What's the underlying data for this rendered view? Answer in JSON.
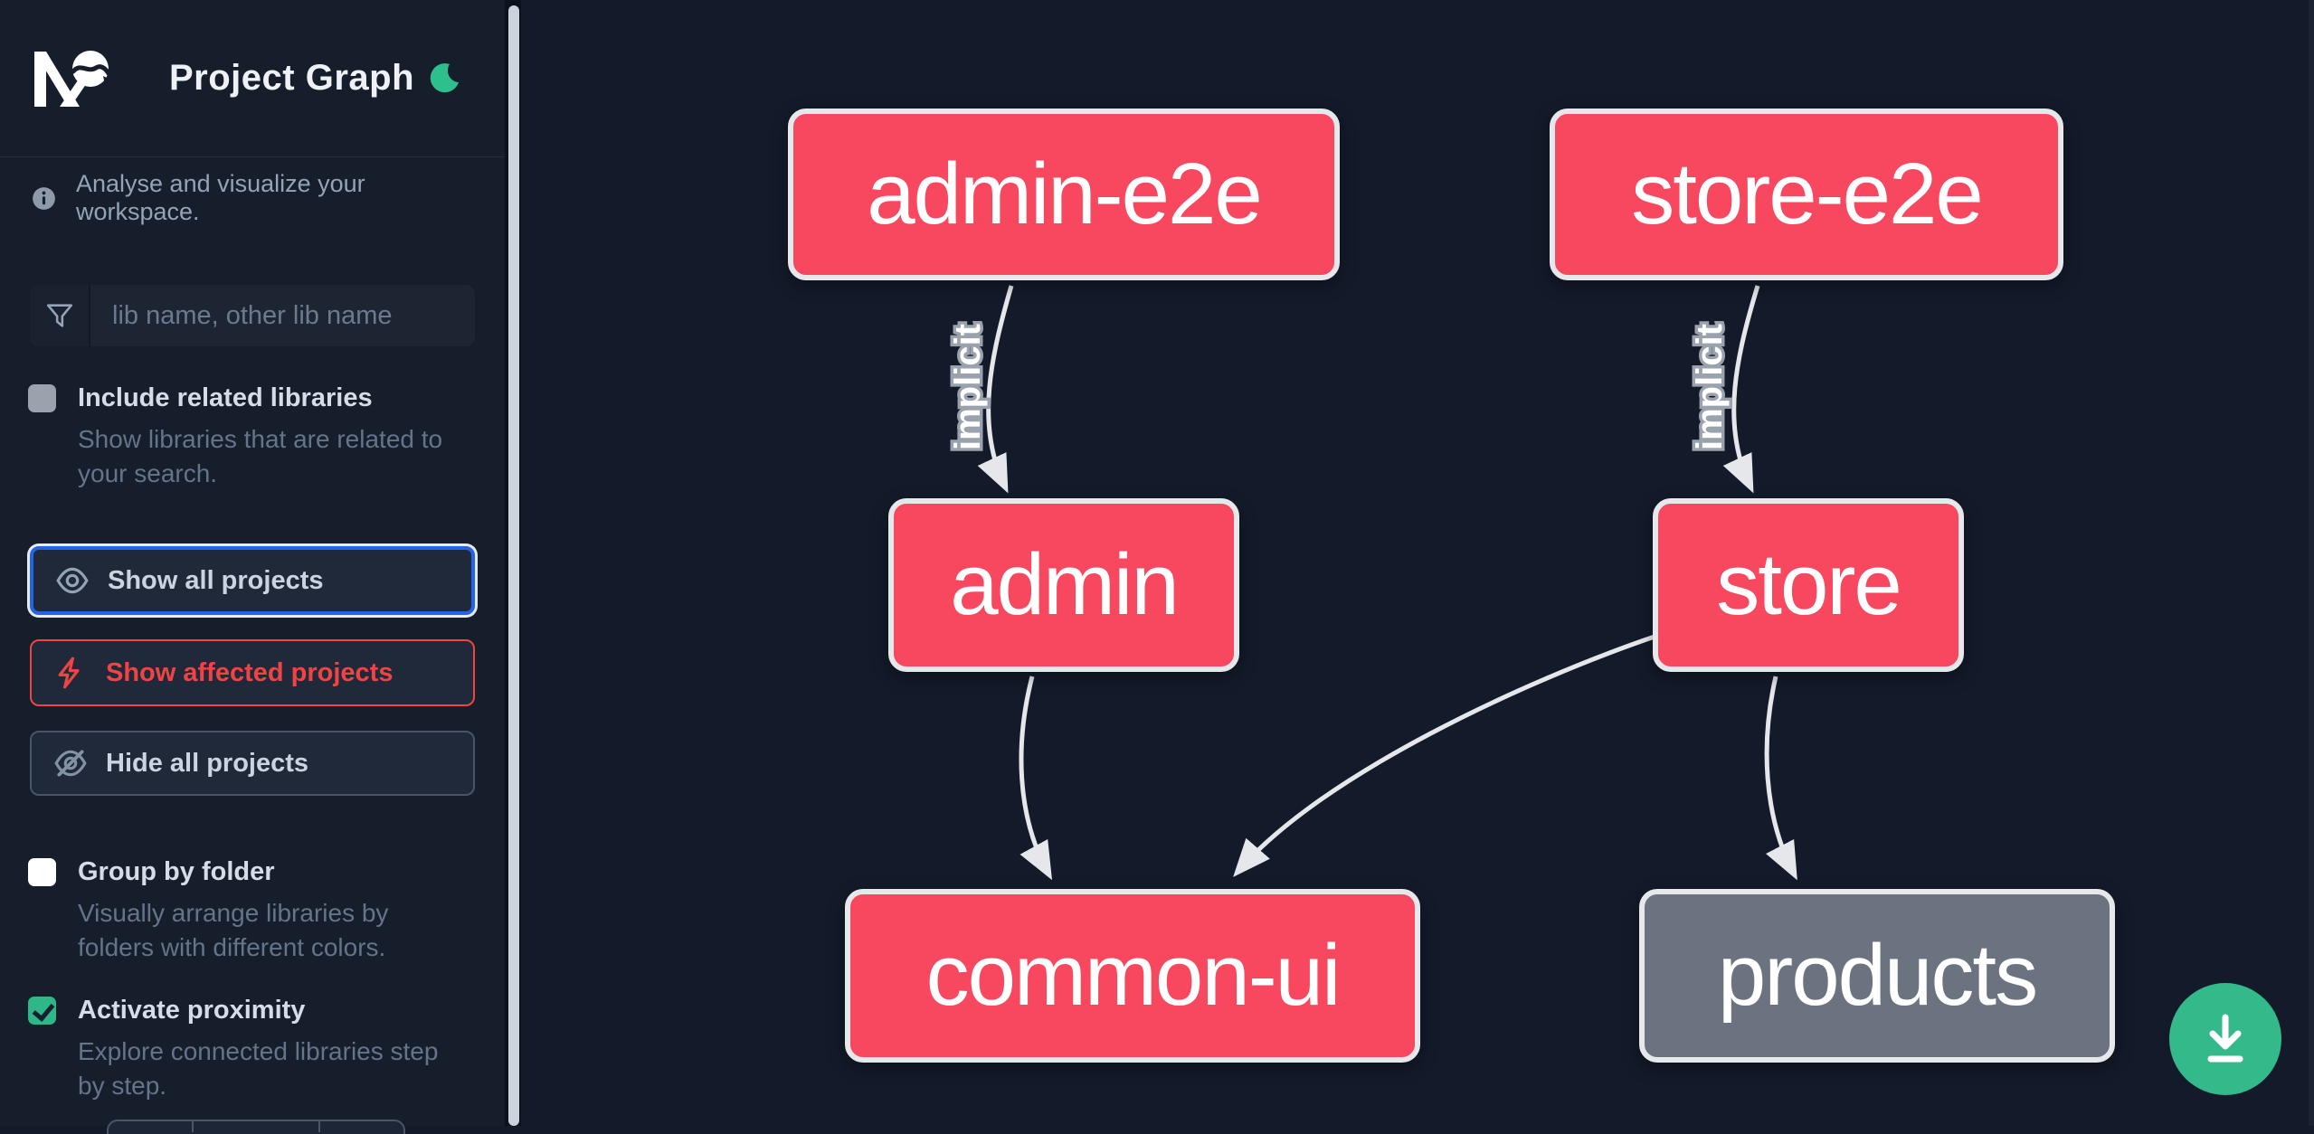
{
  "app": {
    "title": "Project Graph"
  },
  "theme": {
    "accent-blue": "#2563eb",
    "danger-red": "#ef4444",
    "check-green": "#2eb888",
    "fab-green": "#34b98a",
    "moon-green": "#2ec08c",
    "node-affected": "#f8485f",
    "node-normal": "#6b7280",
    "node-border": "#e6e8ec",
    "edge-color": "#e5e7eb"
  },
  "sidebar": {
    "tagline": "Analyse and visualize your workspace.",
    "search": {
      "placeholder": "lib name, other lib name"
    },
    "buttons": [
      {
        "label": "Show all projects",
        "icon": "eye-icon",
        "state": "focused"
      },
      {
        "label": "Show affected projects",
        "icon": "bolt-icon",
        "state": "danger"
      },
      {
        "label": "Hide all projects",
        "icon": "eye-off-icon",
        "state": "default"
      }
    ],
    "checkboxes": [
      {
        "label": "Include related libraries",
        "description": "Show libraries that are related to your search.",
        "checked": false
      },
      {
        "label": "Group by folder",
        "description": "Visually arrange libraries by folders with different colors.",
        "checked": false
      },
      {
        "label": "Activate proximity",
        "description": "Explore connected libraries step by step.",
        "checked": true
      }
    ]
  },
  "graph": {
    "nodes": [
      {
        "label": "admin-e2e",
        "state": "affected"
      },
      {
        "label": "store-e2e",
        "state": "affected"
      },
      {
        "label": "admin",
        "state": "affected"
      },
      {
        "label": "store",
        "state": "affected"
      },
      {
        "label": "common-ui",
        "state": "affected"
      },
      {
        "label": "products",
        "state": "normal"
      }
    ],
    "edges": [
      {
        "from": "admin-e2e",
        "to": "admin",
        "label": "implicit"
      },
      {
        "from": "store-e2e",
        "to": "store",
        "label": "implicit"
      },
      {
        "from": "admin",
        "to": "common-ui",
        "label": ""
      },
      {
        "from": "store",
        "to": "common-ui",
        "label": ""
      },
      {
        "from": "store",
        "to": "products",
        "label": ""
      }
    ]
  },
  "fab": {
    "icon": "download-icon"
  }
}
